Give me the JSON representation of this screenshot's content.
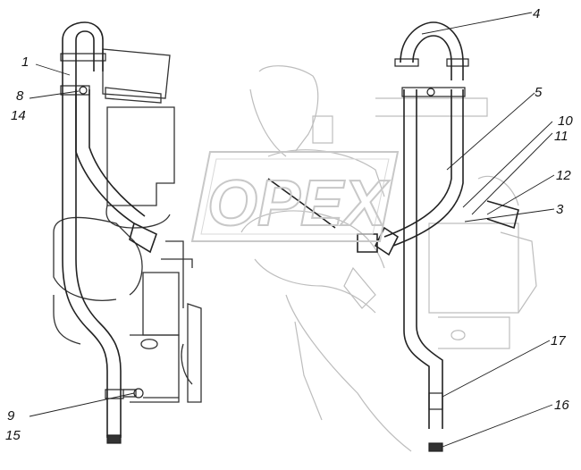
{
  "watermark": {
    "text": "OPEX"
  },
  "callouts": [
    {
      "id": "c1",
      "text": "1"
    },
    {
      "id": "c8",
      "text": "8"
    },
    {
      "id": "c14",
      "text": "14"
    },
    {
      "id": "c4",
      "text": "4"
    },
    {
      "id": "c5",
      "text": "5"
    },
    {
      "id": "c10",
      "text": "10"
    },
    {
      "id": "c11",
      "text": "11"
    },
    {
      "id": "c12",
      "text": "12"
    },
    {
      "id": "c3",
      "text": "3"
    },
    {
      "id": "c17",
      "text": "17"
    },
    {
      "id": "c16",
      "text": "16"
    },
    {
      "id": "c9",
      "text": "9"
    },
    {
      "id": "c15",
      "text": "15"
    }
  ]
}
